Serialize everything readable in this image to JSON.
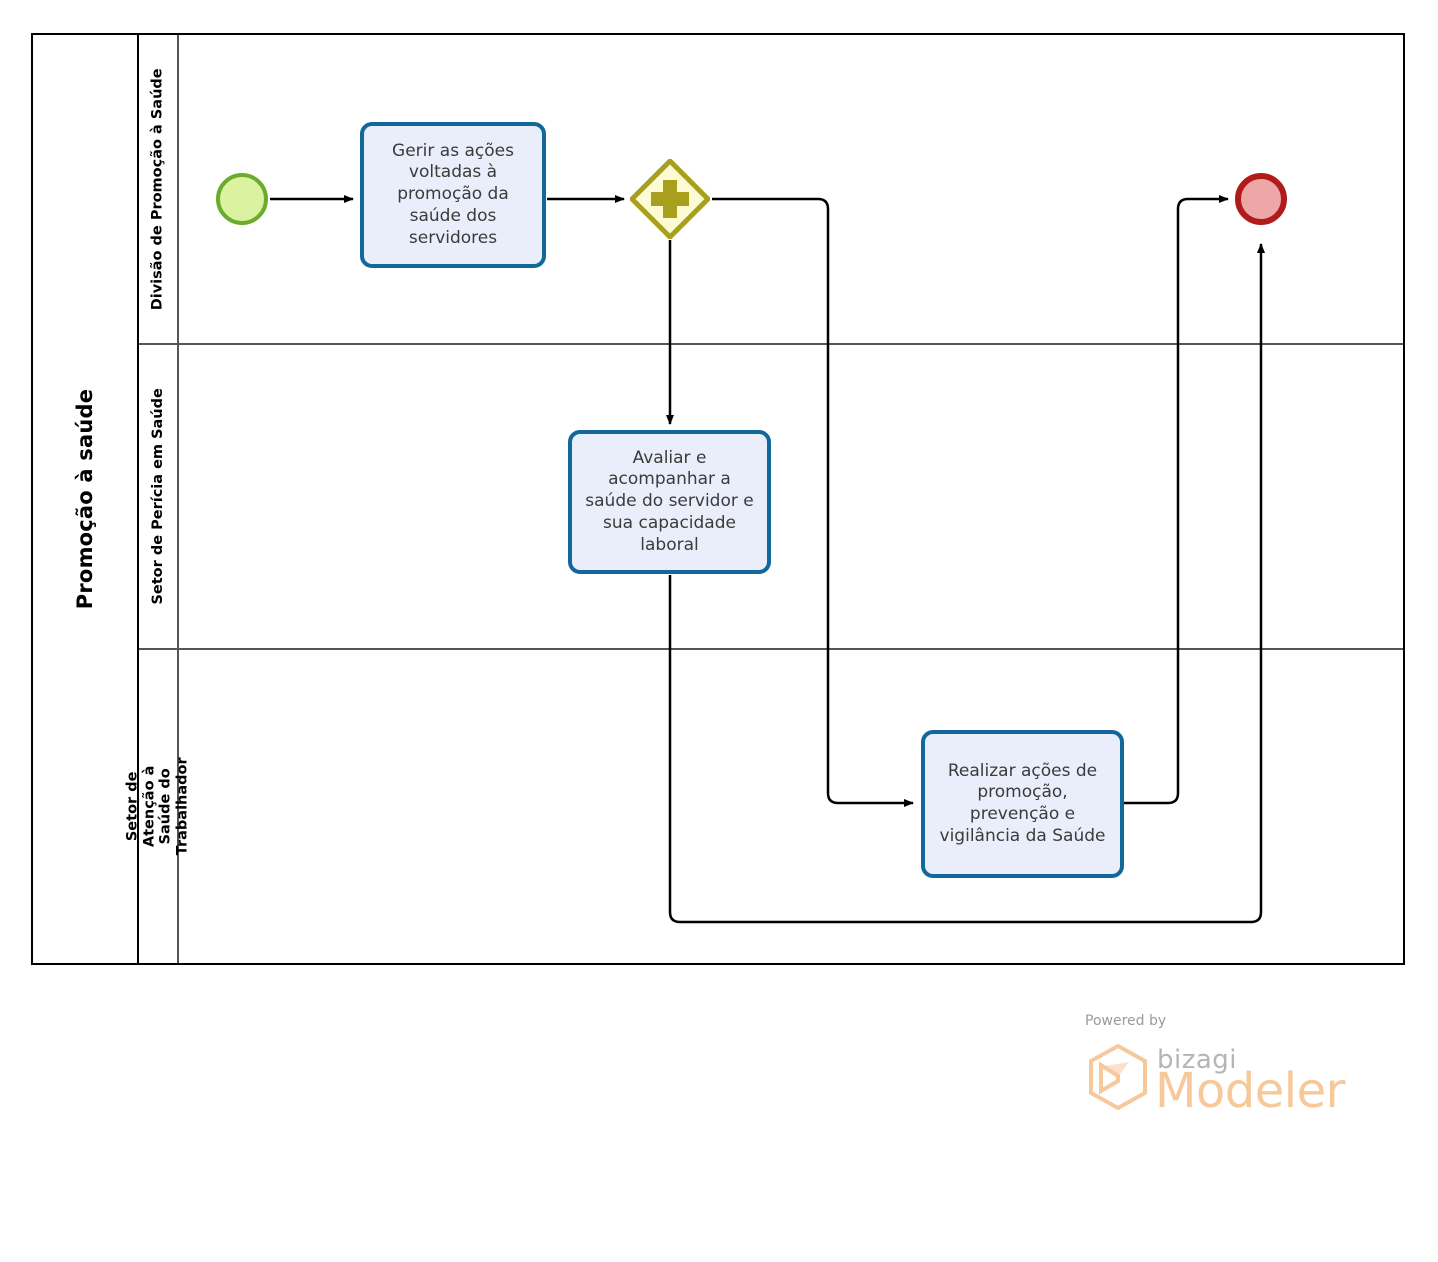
{
  "diagram": {
    "type": "bpmn-pool-lanes",
    "pool": {
      "title": "Promoção à saúde"
    },
    "lanes": [
      {
        "id": "lane-divisao",
        "label": "Divisão de Promoção à Saúde"
      },
      {
        "id": "lane-pericia",
        "label": "Setor de Perícia em Saúde"
      },
      {
        "id": "lane-atencao",
        "label": "Setor de Atenção à Saúde do Trabalhador"
      }
    ],
    "nodes": [
      {
        "id": "start-event",
        "type": "start-event",
        "lane": "lane-divisao",
        "label": ""
      },
      {
        "id": "task-gerir",
        "type": "task",
        "lane": "lane-divisao",
        "label": "Gerir as ações voltadas à promoção da saúde dos servidores"
      },
      {
        "id": "gateway-parallel",
        "type": "parallel-gateway",
        "lane": "lane-divisao",
        "label": ""
      },
      {
        "id": "task-avaliar",
        "type": "task",
        "lane": "lane-pericia",
        "label": "Avaliar e acompanhar a saúde do servidor e sua capacidade laboral"
      },
      {
        "id": "task-realizar",
        "type": "task",
        "lane": "lane-atencao",
        "label": "Realizar ações de promoção, prevenção e vigilância da Saúde"
      },
      {
        "id": "end-event",
        "type": "end-event",
        "lane": "lane-divisao",
        "label": ""
      }
    ],
    "flows": [
      {
        "from": "start-event",
        "to": "task-gerir"
      },
      {
        "from": "task-gerir",
        "to": "gateway-parallel"
      },
      {
        "from": "gateway-parallel",
        "to": "task-avaliar"
      },
      {
        "from": "gateway-parallel",
        "to": "task-realizar"
      },
      {
        "from": "task-avaliar",
        "to": "end-event"
      },
      {
        "from": "task-realizar",
        "to": "end-event"
      }
    ],
    "colors": {
      "start_fill": "#dbf3a0",
      "start_stroke": "#6bab2d",
      "end_fill": "#eda7a7",
      "end_stroke": "#b01c1c",
      "task_fill": "#eaeefb",
      "task_stroke": "#12679b",
      "gateway_fill": "#fdfbd4",
      "gateway_stroke": "#a8a01d",
      "flow_stroke": "#000000",
      "pool_stroke": "#000000",
      "lane_stroke": "#555555"
    }
  },
  "footer": {
    "powered_by": "Powered by",
    "brand": "bizagi",
    "product": "Modeler"
  }
}
